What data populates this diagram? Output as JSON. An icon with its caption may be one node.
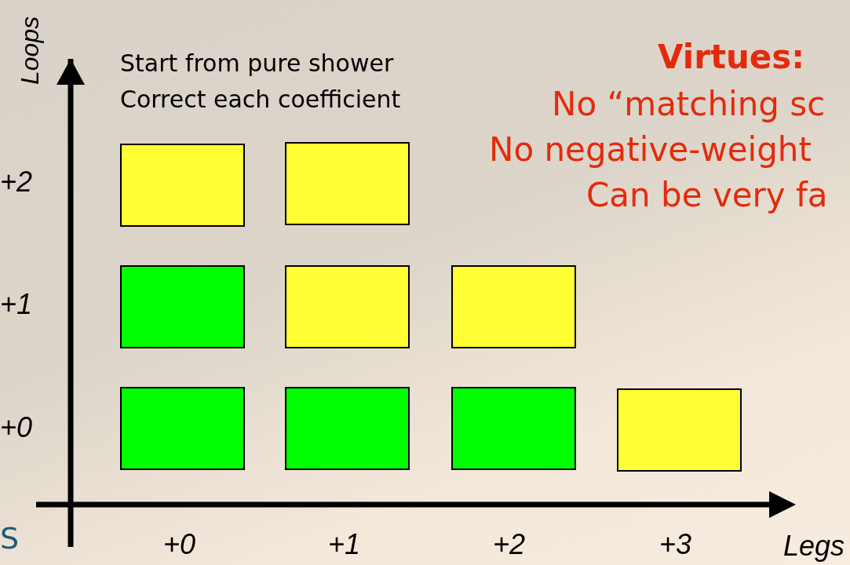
{
  "diagram": {
    "nodes": [
      {
        "text": [],
        "shape": "box"
      },
      {
        "text": [],
        "shape": "box"
      },
      {
        "text": [],
        "shape": "box"
      },
      {
        "text": [],
        "shape": "box"
      },
      {
        "text": [],
        "shape": "box"
      },
      {
        "text": [],
        "shape": "box"
      },
      {
        "text": [],
        "shape": "box"
      },
      {
        "text": [],
        "shape": "box"
      },
      {
        "text": [],
        "shape": "box"
      }
    ],
    "edges": [],
    "labels": [
      "Loops",
      "Start from pure shower",
      "Correct each coefficient",
      "Virtues:",
      "No “matching sc",
      "No negative-weight",
      "Can be very fa",
      "+2",
      "+1",
      "+0",
      "S",
      "+0",
      "+1",
      "+2",
      "+3",
      "Legs"
    ]
  }
}
